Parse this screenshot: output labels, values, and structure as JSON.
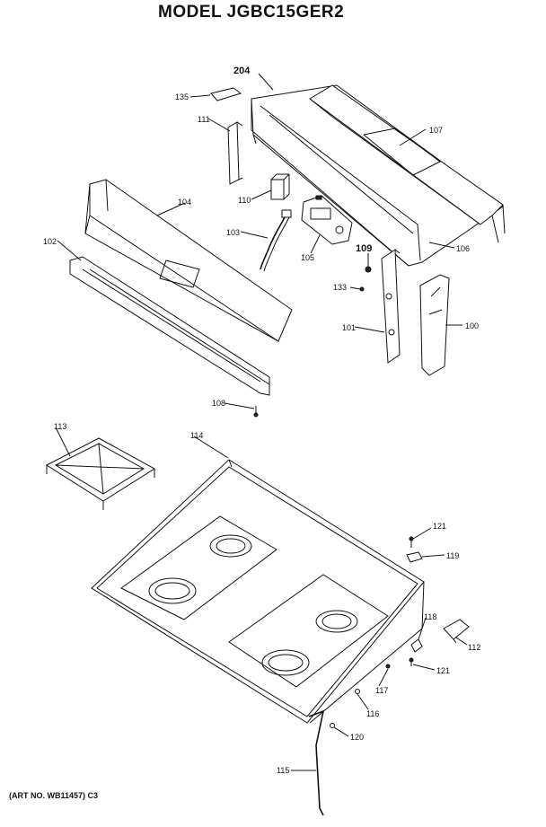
{
  "title": "MODEL JGBC15GER2",
  "art_number": "(ART NO. WB11457) C3",
  "callouts": {
    "c204": "204",
    "c135": "135",
    "c107": "107",
    "c111": "111",
    "c104": "104",
    "c110": "110",
    "c103": "103",
    "c102": "102",
    "c105": "105",
    "c109": "109",
    "c106": "106",
    "c133": "133",
    "c101": "101",
    "c100": "100",
    "c108": "108",
    "c113": "113",
    "c114": "114",
    "c121a": "121",
    "c119": "119",
    "c118": "118",
    "c112": "112",
    "c121b": "121",
    "c117": "117",
    "c116": "116",
    "c120": "120",
    "c115": "115"
  }
}
